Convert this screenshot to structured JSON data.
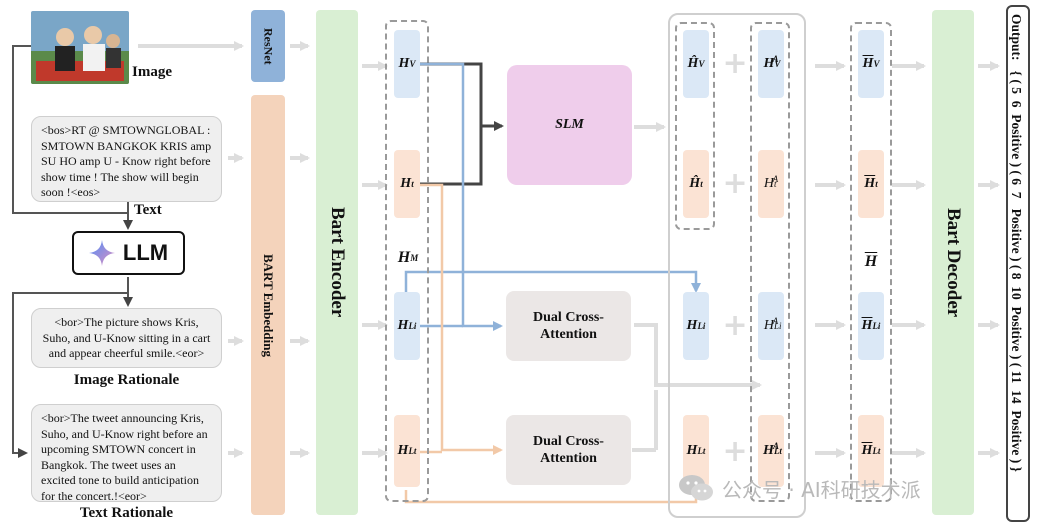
{
  "diagram": {
    "image_label": "Image",
    "text_label": "Text",
    "text_box": "<bos>RT @ SMTOWNGLOBAL : SMTOWN BANGKOK KRIS amp SU HO amp U - Know right before show time ! The show will begin soon !<eos>",
    "llm_label": "LLM",
    "image_rationale_box": "<bor>The picture shows Kris, Suho, and U-Know sitting in a cart and appear cheerful smile.<eor>",
    "image_rationale_label": "Image Rationale",
    "text_rationale_box": "<bor>The tweet announcing Kris, Suho, and U-Know right before an upcoming SMTOWN concert in Bangkok. The tweet uses an excited tone to build anticipation for the concert.!<eor>",
    "text_rationale_label": "Text Rationale",
    "resnet_label": "ResNet",
    "bart_embedding_label": "BART Embedding",
    "bart_encoder_label": "Bart Encoder",
    "bart_decoder_label": "Bart Decoder",
    "slm_label": "SLM",
    "dca1_label": "Dual Cross-\nAttention",
    "dca2_label": "Dual Cross-\nAttention",
    "hm_base": "H",
    "hm_sub": "M",
    "hbar_label": "H",
    "output_text": "Output:   { ( 5  6  Positive ) ( 6  7   Positive ) ( 8  10  Positive ) ( 11  14  Positive ) }",
    "watermark": "公众号 · AI科研技术派",
    "colors": {
      "blue": "#8fb2d9",
      "peach": "#f4d3bb",
      "green": "#d9efd3",
      "pink": "#efcdeb",
      "gray_box": "#ebe7e6"
    }
  }
}
